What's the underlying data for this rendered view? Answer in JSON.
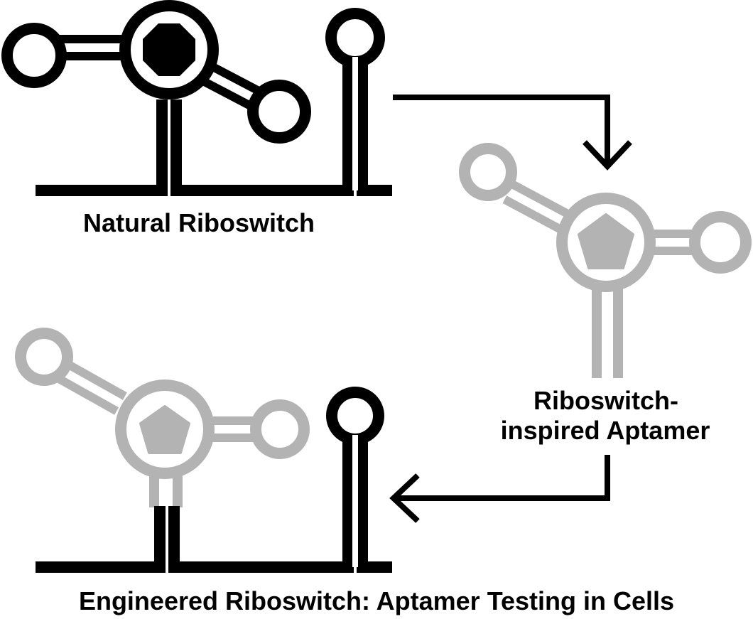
{
  "labels": {
    "natural": "Natural Riboswitch",
    "aptamer_line1": "Riboswitch-",
    "aptamer_line2": "inspired Aptamer",
    "engineered": "Engineered Riboswitch: Aptamer Testing in Cells"
  },
  "colors": {
    "natural": "#000000",
    "aptamer": "#b3b3b3",
    "background": "#ffffff"
  },
  "icons": {
    "natural_ligand": "octagon",
    "aptamer_ligand": "pentagon"
  }
}
